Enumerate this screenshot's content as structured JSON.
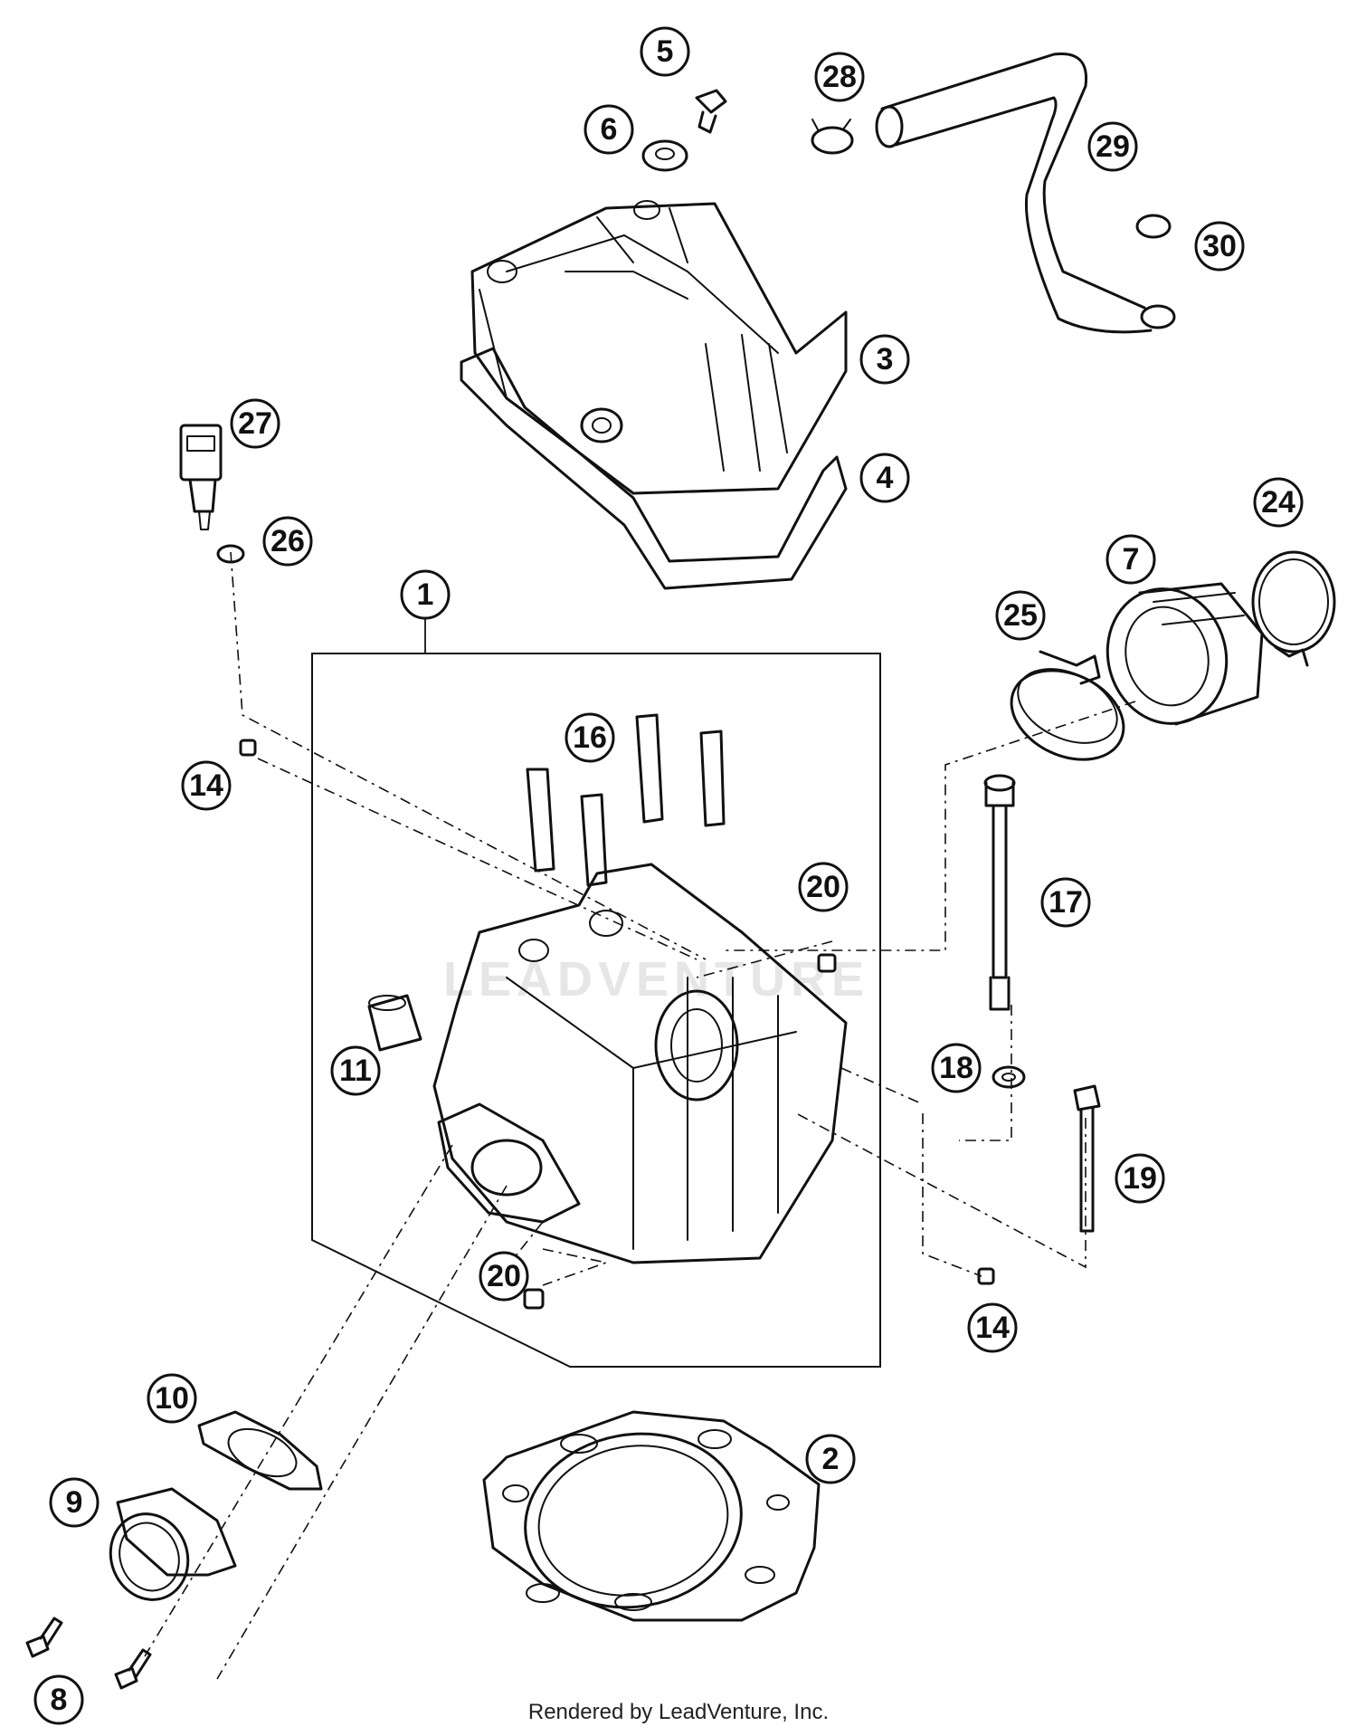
{
  "diagram": {
    "watermark": "LEADVENTURE",
    "footer": "Rendered by LeadVenture, Inc.",
    "callouts": [
      "1",
      "2",
      "3",
      "4",
      "5",
      "6",
      "7",
      "8",
      "9",
      "10",
      "11",
      "14",
      "14",
      "16",
      "17",
      "18",
      "19",
      "20",
      "20",
      "24",
      "25",
      "26",
      "27",
      "28",
      "29",
      "30"
    ]
  },
  "colors": {
    "line": "#111111",
    "background": "#ffffff",
    "watermark": "#e6e6e6"
  }
}
